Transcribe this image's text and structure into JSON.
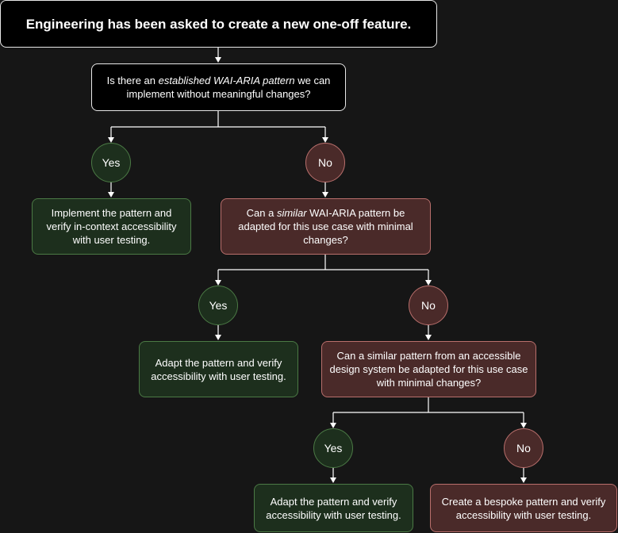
{
  "start": "Engineering has been asked to create a new one-off feature.",
  "q1": {
    "before": "Is there an ",
    "emphasis": "established WAI-ARIA pattern",
    "after": " we can implement without meaningful changes?"
  },
  "q1_yes": "Yes",
  "q1_no": "No",
  "r1": "Implement the pattern and verify in-context accessibility with user testing.",
  "q2": {
    "before": "Can a ",
    "emphasis": "similar",
    "after": " WAI-ARIA pattern be adapted for this use case with minimal changes?"
  },
  "q2_yes": "Yes",
  "q2_no": "No",
  "r2": "Adapt the pattern and verify accessibility with user testing.",
  "q3": "Can a similar pattern from an accessible design system be adapted for this use case with minimal changes?",
  "q3_yes": "Yes",
  "q3_no": "No",
  "r3": "Adapt the pattern and verify accessibility with user testing.",
  "r4": "Create a bespoke pattern and verify accessibility with user testing.",
  "colors": {
    "background": "#161616",
    "green_fill": "#1d2f1d",
    "green_border": "#4b7a45",
    "red_fill": "#4a2a29",
    "red_border": "#b96f6c"
  }
}
